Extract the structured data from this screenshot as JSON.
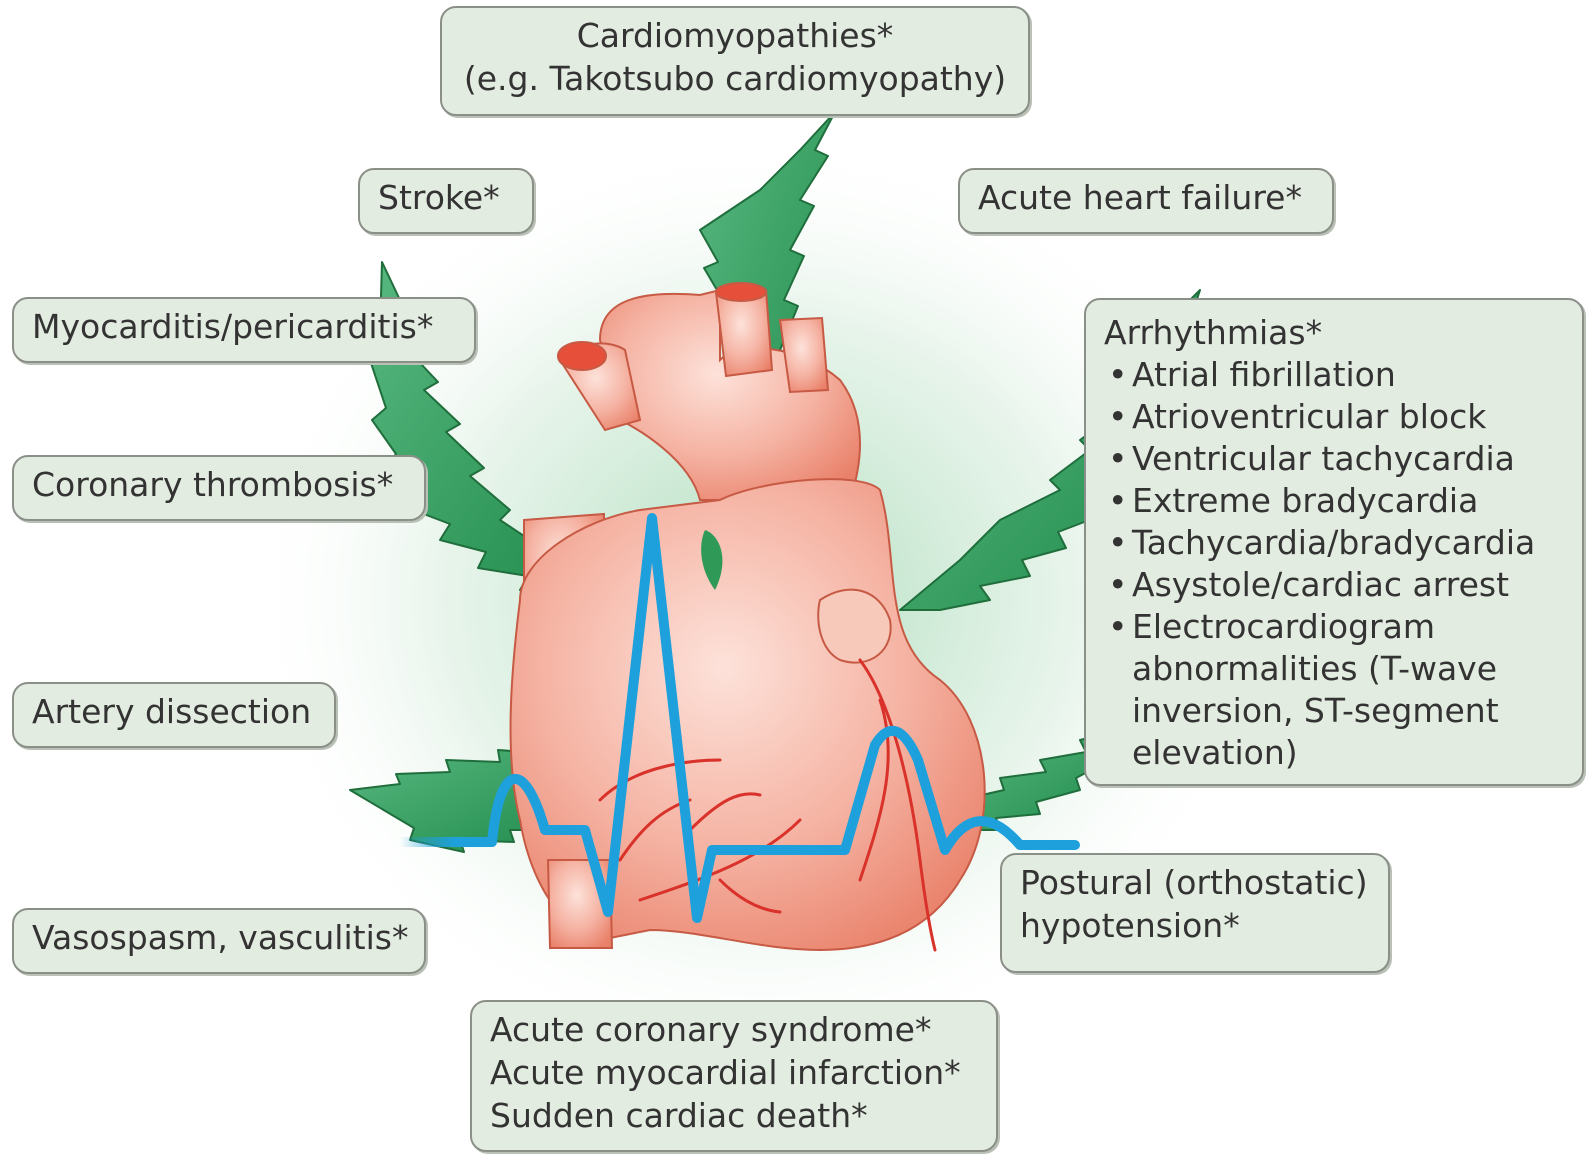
{
  "colors": {
    "leaf": "#2f9a58",
    "leaf_edge": "#1f6e3c",
    "heart": "#f2a190",
    "heart_dark": "#d9684f",
    "artery": "#d9322a",
    "ecg": "#1ea0dc",
    "box_fill": "#e3ece0",
    "box_border": "#8a8f88"
  },
  "labels": {
    "cardiomyopathies": [
      "Cardiomyopathies*",
      "(e.g. Takotsubo cardiomyopathy)"
    ],
    "stroke": "Stroke*",
    "acute_heart_failure": "Acute heart failure*",
    "myocarditis": "Myocarditis/pericarditis*",
    "coronary_thrombosis": "Coronary thrombosis*",
    "artery_dissection": "Artery dissection",
    "vasospasm": "Vasospasm, vasculitis*",
    "acute_coronary": [
      "Acute coronary syndrome*",
      "Acute myocardial infarction*",
      "Sudden cardiac death*"
    ],
    "postural": [
      "Postural (orthostatic)",
      "hypotension*"
    ],
    "arrhythmias": {
      "title": "Arrhythmias*",
      "items": [
        "Atrial fibrillation",
        "Atrioventricular block",
        "Ventricular tachycardia",
        "Extreme bradycardia",
        "Tachycardia/bradycardia",
        "Asystole/cardiac arrest",
        [
          "Electrocardiogram",
          "abnormalities (T-wave",
          "inversion, ST-segment",
          "elevation)"
        ]
      ]
    }
  }
}
